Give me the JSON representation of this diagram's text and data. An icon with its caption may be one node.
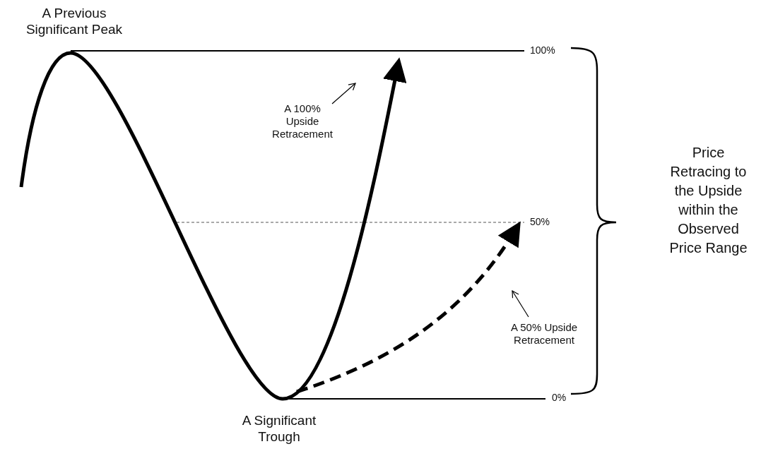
{
  "diagram": {
    "nodes": [
      {
        "text": [
          "A 100% Upside Retracement"
        ]
      },
      {
        "text": [
          "A 50% Upside Retracement"
        ]
      }
    ],
    "edges": [
      {
        "from": 0,
        "to": null,
        "arrow": "to"
      },
      {
        "from": 1,
        "to": null,
        "arrow": "to"
      }
    ],
    "labels": [
      "A Previous Significant Peak",
      "100%",
      "Price Retracing to the Upside within the Observed Price Range",
      "50%",
      "0%",
      "A Significant Trough"
    ]
  }
}
